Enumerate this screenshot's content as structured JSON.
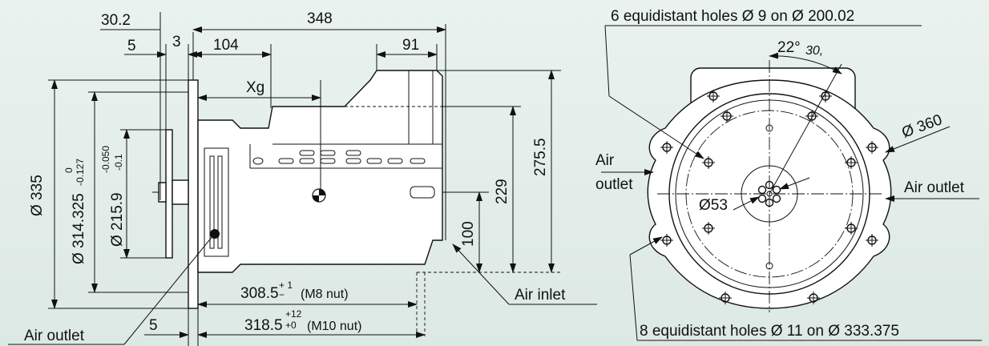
{
  "side_view": {
    "dim_30_2": "30.2",
    "dim_348": "348",
    "dim_5_top": "5",
    "dim_3": "3",
    "dim_104": "104",
    "dim_91": "91",
    "label_xg": "Xg",
    "dim_d335": "Ø 335",
    "dim_d314": "Ø 314.325",
    "tol_d314_upper": "0",
    "tol_d314_lower": "-0.127",
    "dim_d215": "Ø 215.9",
    "tol_d215_upper": "-0.050",
    "tol_d215_lower": "-0.1",
    "dim_229": "229",
    "dim_275": "275.5",
    "dim_100": "100",
    "dim_308": "308.5",
    "tol_308_upper": "+ 1",
    "tol_308_lower": "−",
    "note_308": "(M8 nut)",
    "dim_318": "318.5",
    "tol_318_upper": "+12",
    "tol_318_lower": "+0",
    "note_318": "(M10 nut)",
    "dim_5_bottom": "5",
    "label_air_inlet": "Air inlet",
    "label_air_outlet_bottom": "Air outlet"
  },
  "front_view": {
    "holes_6": "6 equidistant holes Ø 9 on Ø 200.02",
    "angle_deg": "22°",
    "angle_min": "30,",
    "dim_d360": "Ø 360",
    "label_air_outlet_left_1": "Air",
    "label_air_outlet_left_2": "outlet",
    "label_air_outlet_right": "Air outlet",
    "dim_d53": "Ø53",
    "holes_8": "8 equidistant holes Ø 11 on Ø 333.375"
  }
}
